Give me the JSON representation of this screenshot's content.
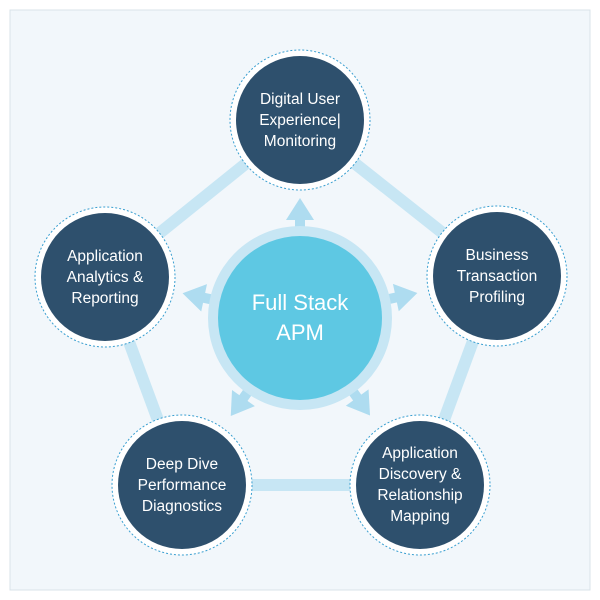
{
  "diagram": {
    "center": {
      "label": "Full Stack\nAPM"
    },
    "nodes": [
      {
        "id": "digital-user-experience",
        "label": "Digital User\nExperience|\nMonitoring"
      },
      {
        "id": "business-transaction",
        "label": "Business\nTransaction\nProfiling"
      },
      {
        "id": "application-discovery",
        "label": "Application\nDiscovery &\nRelationship\nMapping"
      },
      {
        "id": "deep-dive",
        "label": "Deep Dive\nPerformance\nDiagnostics"
      },
      {
        "id": "application-analytics",
        "label": "Application\nAnalytics &\nReporting"
      }
    ]
  },
  "colors": {
    "background": "#f2f7fb",
    "frame_border": "#d9e3ea",
    "node_fill": "#2e506d",
    "node_ring": "#3a9fd0",
    "connector": "#c7e6f4",
    "center_fill": "#5ec8e3",
    "center_ring": "#c7e6f4",
    "arrow": "#aedcf0"
  }
}
